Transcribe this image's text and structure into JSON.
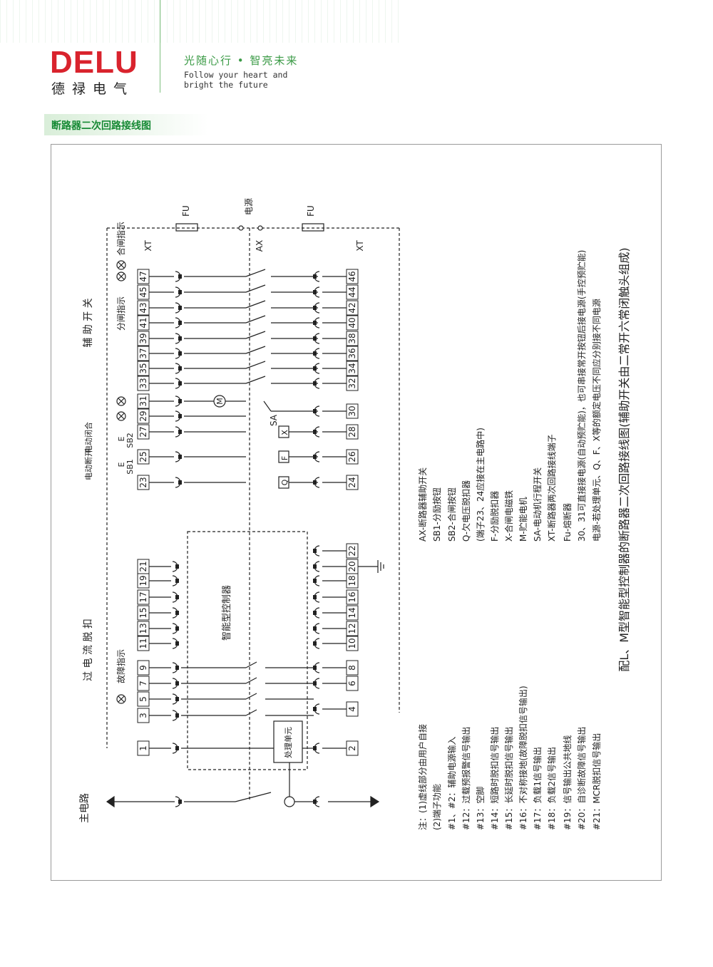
{
  "brand": {
    "logo": "DELU",
    "cn_name": "德禄电气",
    "slogan_cn": "光随心行 • 智亮未来",
    "slogan_en_1": "Follow your heart and",
    "slogan_en_2": "bright the future"
  },
  "section_title": "断路器二次回路接线图",
  "diagram": {
    "caption": "配L、M型智能型控制器的断路器二次回路接线图(辅助开关由二常开六常闭触头组成)",
    "group_labels": {
      "main_circuit": "主电路",
      "overcurrent_trip": "过 电 流 脱 扣",
      "aux_switch": "辅 助 开 关",
      "elec_open": "电动断开",
      "elec_close": "电动闭合"
    },
    "labels": {
      "fault_indicator": "故障指示",
      "open_indicator": "分闸指示",
      "close_indicator": "合闸指示",
      "power": "电源",
      "fu_left": "FU",
      "fu_right": "FU",
      "xt_left": "XT",
      "xt_right": "XT",
      "ax": "AX",
      "sa": "SA",
      "sb1": "SB1",
      "sb2": "SB2",
      "e1": "E",
      "e2": "E",
      "controller": "智能型控制器",
      "processing_unit": "处理单元",
      "motor": "M",
      "coil_q": "Q",
      "coil_f": "F",
      "coil_x": "X"
    },
    "terminals_left_top": [
      "47",
      "45",
      "43",
      "41",
      "39",
      "37",
      "35",
      "33",
      "31",
      "29",
      "27",
      "25",
      "23"
    ],
    "terminals_right_top": [
      "46",
      "44",
      "42",
      "40",
      "38",
      "36",
      "34",
      "32",
      "30",
      "28",
      "26",
      "24"
    ],
    "terminals_left_bottom": [
      "21",
      "19",
      "17",
      "15",
      "13",
      "11",
      "9",
      "7",
      "5",
      "3",
      "1"
    ],
    "terminals_right_bottom": [
      "22",
      "20",
      "18",
      "16",
      "14",
      "12",
      "10",
      "8",
      "6",
      "4",
      "2"
    ],
    "legend_components": [
      "AX-断路器辅助开关",
      "SB1-分励按钮",
      "SB2-合闸按钮",
      "Q-欠电压脱扣器",
      "(端子23、24应接在主电路中)",
      "F-分励脱扣器",
      "X-合闸电磁铁",
      "M-贮能电机",
      "SA-电动机行程开关",
      "XT-断路器两次回路接线端子",
      "Fu-熔断器",
      "30、31可直接接电源(自动预贮能)，也可串接常开按钮后接电源(手控预贮能)",
      "电源-若处理单元、Q、F、X等的额定电压不同应分别接不同电源"
    ],
    "legend_notes": [
      "注：(1)虚线部分由用户自接",
      "(2)端子功能",
      "#1、#2：辅助电源输入",
      "#12：过载预报警信号输出",
      "#13：空脚",
      "#14：短路时脱扣信号输出",
      "#15：长延时脱扣信号输出",
      "#16：不对称接地(故障脱扣信号输出)",
      "#17：负载1信号输出",
      "#18：负载2信号输出",
      "#19：信号输出公共地线",
      "#20：自诊断故障信号输出",
      "#21：MCR脱扣信号输出"
    ]
  },
  "colors": {
    "brand_red": "#d9232d",
    "accent_green": "#3a9a45",
    "title_green": "#178a35"
  }
}
